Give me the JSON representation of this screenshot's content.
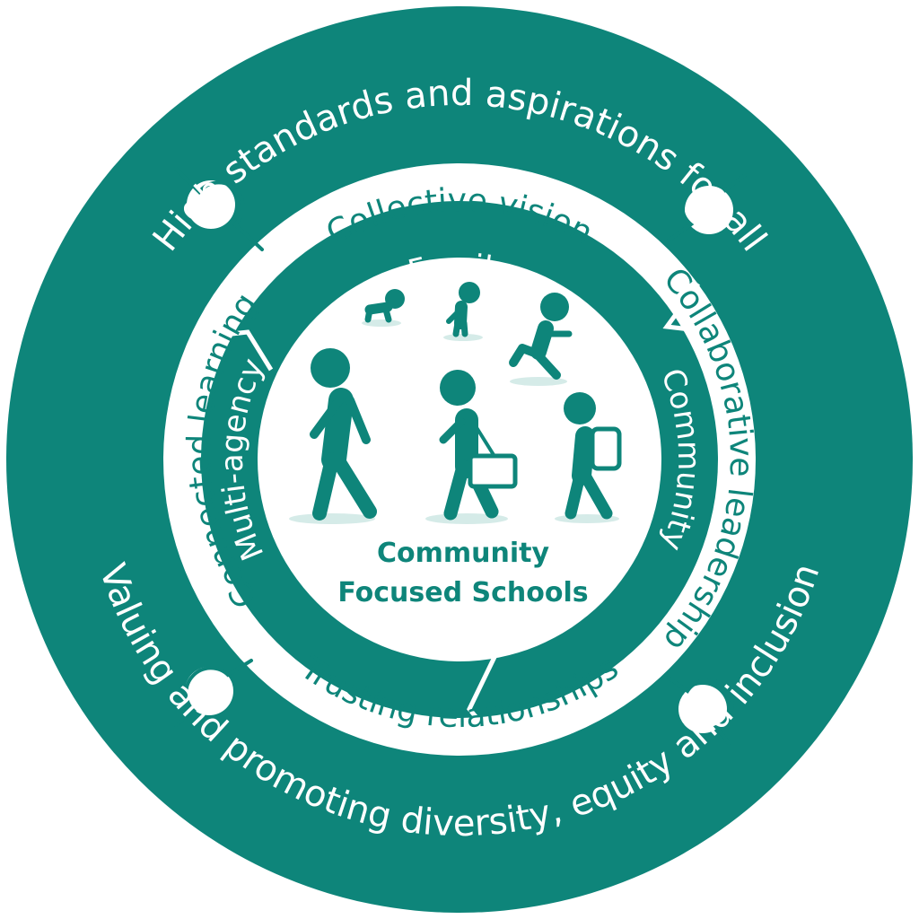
{
  "colors": {
    "teal": "#0e857a",
    "white": "#ffffff",
    "shadow": "#d5ebe8"
  },
  "outer_ring": {
    "top": "High standards and aspirations for all",
    "bottom": "Valuing and promoting diversity, equity and inclusion"
  },
  "puzzle_ring": {
    "top": "Collective vision",
    "right": "Collaborative leadership",
    "bottom": "Trusting relationships",
    "left": "Connected learning"
  },
  "inner_ring": {
    "top": "Family",
    "right": "Community",
    "left": "Multi-agency"
  },
  "center": {
    "line1": "Community",
    "line2": "Focused Schools"
  },
  "icons": [
    "crawling-baby-icon",
    "toddler-icon",
    "running-child-icon",
    "walking-adult-icon",
    "student-with-bag-icon",
    "child-with-backpack-icon"
  ]
}
